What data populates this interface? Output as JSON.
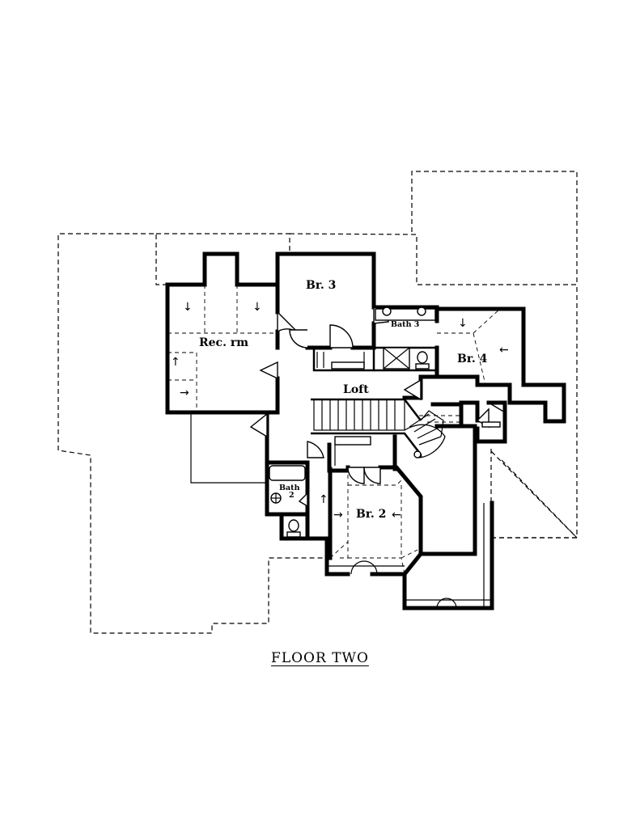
{
  "plan": {
    "title": "FLOOR TWO",
    "rooms": [
      {
        "id": "rec-rm",
        "label": "Rec. rm"
      },
      {
        "id": "br-3",
        "label": "Br. 3"
      },
      {
        "id": "bath-3",
        "label": "Bath 3"
      },
      {
        "id": "br-4",
        "label": "Br. 4"
      },
      {
        "id": "loft",
        "label": "Loft"
      },
      {
        "id": "bath-2",
        "label": "Bath"
      },
      {
        "id": "bath-2-num",
        "label": "2"
      },
      {
        "id": "br-2",
        "label": "Br. 2"
      }
    ],
    "arrows": {
      "down": "↓",
      "left": "←",
      "right": "→",
      "up": "↑"
    }
  }
}
